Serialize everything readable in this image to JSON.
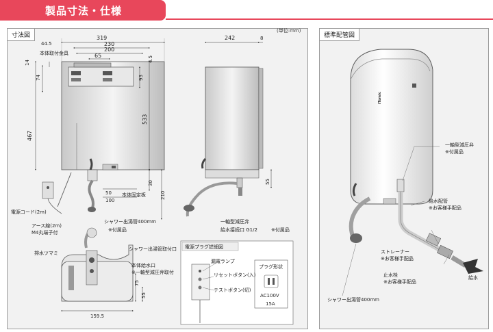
{
  "header": {
    "title": "製品寸法・仕様",
    "color": "#e8475b"
  },
  "panels": {
    "dimensions": "寸法図",
    "piping": "標準配管図"
  },
  "unit": "(単位:mm)",
  "dims": {
    "w319": "319",
    "w230": "230",
    "w200": "200",
    "w65": "65",
    "w44_5": "44.5",
    "h14": "14",
    "h74": "74",
    "h467": "467",
    "h4_5": "4.5",
    "h93": "93",
    "h533": "533",
    "h30": "30",
    "h210": "210",
    "h50": "50",
    "h100": "100",
    "s242": "242",
    "s8": "8",
    "s55": "55",
    "b75": "75",
    "b55": "55",
    "b159_5": "159.5"
  },
  "labels": {
    "mount_bracket": "本体取付金具",
    "fixing_plate": "本体固定板",
    "power_cord": "電源コード(2m)",
    "ground_wire": "アース線(2m)",
    "m4_terminal": "M4丸端子付",
    "shower_hose": "シャワー出湯管400mm",
    "accessory1": "※付属品",
    "drain_knob": "排水ツマミ",
    "shower_hose_port": "シャワー出湯管取付口",
    "water_inlet": "本体給水口",
    "reducing_valve_mount": "※一軸型減圧弁取付",
    "reducing_valve": "一軸型減圧弁",
    "supply_port": "給水接続口 G1/2",
    "accessory2": "※付属品"
  },
  "plug": {
    "title": "電源プラグ詳細図",
    "lamp": "漏電ランプ",
    "reset": "リセットボタン(入)",
    "test": "テストボタン(切)",
    "shape": "プラグ形状",
    "voltage": "AC100V",
    "current": "15A"
  },
  "piping": {
    "reducing_valve": "一軸型減圧弁",
    "accessory": "※付属品",
    "supply_pipe": "給水配管",
    "customer_supplied1": "※お客様手配品",
    "strainer": "ストレーナー",
    "customer_supplied2": "※お客様手配品",
    "stop_valve": "止水栓",
    "customer_supplied3": "※お客様手配品",
    "water_supply": "給水",
    "shower_hose": "シャワー出湯管400mm",
    "brand": "iTomic"
  }
}
